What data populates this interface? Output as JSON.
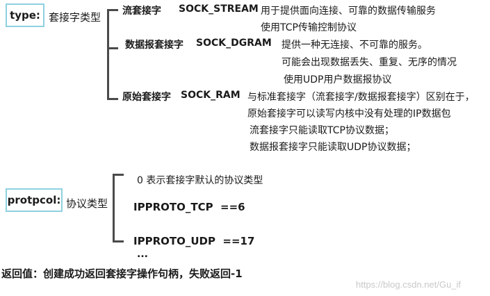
{
  "type_section": {
    "box_label": "type:",
    "desc": "套接字类型",
    "items": [
      {
        "name": "流套接字",
        "const": "SOCK_STREAM",
        "lines": [
          "用于提供面向连接、可靠的数据传输服务",
          "使用TCP传输控制协议"
        ]
      },
      {
        "name": "数据报套接字",
        "const": "SOCK_DGRAM",
        "lines": [
          "提供一种无连接、不可靠的服务。",
          "可能会出现数据丢失、重复、无序的情况",
          "使用UDP用户数据报协议"
        ]
      },
      {
        "name": "原始套接字",
        "const": "SOCK_RAM",
        "lines": [
          "与标准套接字（流套接字/数据报套接字）区别在于，",
          "原始套接字可以读写内核中没有处理的IP数据包",
          "流套接字只能读取TCP协议数据；",
          "数据报套接字只能读取UDP协议数据；"
        ]
      }
    ]
  },
  "protocol_section": {
    "box_label": "protpcol:",
    "desc": "协议类型",
    "items": [
      "0 表示套接字默认的协议类型",
      "IPPROTO_TCP  ==6",
      "IPPROTO_UDP  ==17",
      "..."
    ]
  },
  "return_value": "返回值：创建成功返回套接字操作句柄，失败返回-1",
  "watermark": "https://blog.csdn.net/Gu_if"
}
